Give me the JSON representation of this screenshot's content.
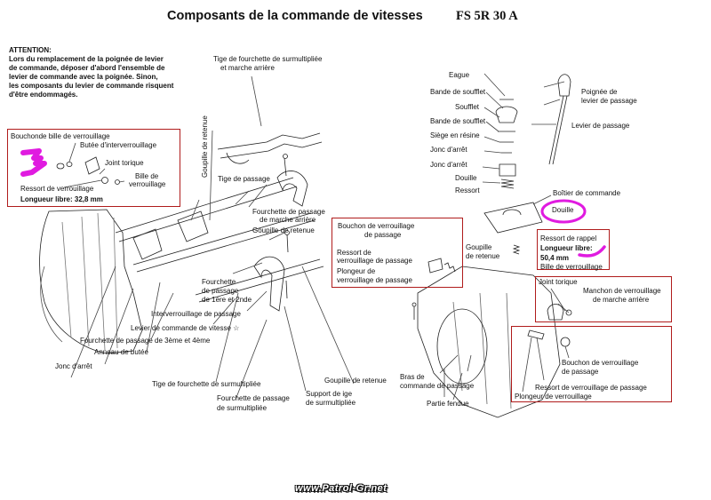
{
  "title": "Composants de la commande de vitesses",
  "model": "FS 5R 30 A",
  "warning": {
    "lines": [
      "ATTENTION:",
      "Lors du remplacement de la poignée de levier",
      "de commande, déposer d'abord l'ensemble de",
      "levier de commande avec la poignée. Sinon,",
      "les composants du levier de commande risquent",
      "d'être endommagés."
    ]
  },
  "labels": {
    "bouchon_bille": "Bouchonde bille de verrouillage",
    "butee_interverrouillage": "Butée d'interverrouillage",
    "joint_torique_left": "Joint torique",
    "ressort_verrouillage_left": "Ressort de verrouillage",
    "bille_verrouillage_left_1": "Bille de",
    "bille_verrouillage_left_2": "verrouillage",
    "longueur_libre_left": "Longueur libre:  32,8 mm",
    "tige_fourchette_1": "Tige de fourchette de surmultipliée",
    "tige_fourchette_2": "et marche arrière",
    "goupille_retenue_vert": "Goupille de retenue",
    "tige_passage": "Tige de passage",
    "fourchette_ma_1": "Fourchette de passage",
    "fourchette_ma_2": "de marche arrière",
    "goupille_retenue_1": "Goupille de retenue",
    "fourchette_12_1": "Fourchette",
    "fourchette_12_2": "de passage",
    "fourchette_12_3": "de 1ère et 2nde",
    "interverrouillage": "Interverrouillage de passage",
    "levier_commande": "Levier de commande de vitesse ☆",
    "fourchette_34": "Fourchette de passage de 3ème et 4ème",
    "anneau_butee": "Anneau de butée",
    "jonc_arret_left": "Jonc d'arrêt",
    "tige_fourchette_surm": "Tige de fourchette de surmultipliée",
    "fourchette_surm_1": "Fourchette de passage",
    "fourchette_surm_2": "de surmultipliée",
    "support_tige_1": "Support de ige",
    "support_tige_2": "de surmultipliée",
    "goupille_retenue_2": "Goupille de retenue",
    "bouchon_passage_1": "Bouchon de verrouillage",
    "bouchon_passage_2": "de passage",
    "ressort_passage_1": "Ressort de",
    "ressort_passage_2": "verrouillage de passage",
    "plongeur_passage_1": "Plongeur de",
    "plongeur_passage_2": "verrouillage de passage",
    "goupille_retenue_3_1": "Goupille",
    "goupille_retenue_3_2": "de retenue",
    "eague": "Eague",
    "bande_soufflet_1": "Bande de soufflet",
    "soufflet": "Soufflet",
    "bande_soufflet_2": "Bande de soufflet",
    "siege_resine": "Siège en résine",
    "jonc_arret_right_1": "Jonc d'arrêt",
    "jonc_arret_right_2": "Jonc d'arrêt",
    "douille": "Douille",
    "ressort": "Ressort",
    "poignee_1": "Poignée de",
    "poignee_2": "levier de passage",
    "levier_passage": "Levier de passage",
    "boitier_commande": "Boîtier de commande",
    "douille_highlight": "Douille",
    "ressort_rappel": "Ressort de rappel",
    "longueur_libre_right_1": "Longueur libre:",
    "longueur_libre_right_2": "50,4 mm",
    "bille_verrouillage_right": "Bille de verrouillage",
    "joint_torique_right": "Joint torique",
    "manchon_1": "Manchon de verrouillage",
    "manchon_2": "de marche arrière",
    "bouchon_verr_1": "Bouchon de verrouillage",
    "bouchon_verr_2": "de passage",
    "ressort_verr_passage": "Ressort de verrouillage de passage",
    "plongeur_verr": "Plongeur de verrouillage",
    "bras_commande_1": "Bras de",
    "bras_commande_2": "commande de passage",
    "partie_fendue": "Partie fendue"
  },
  "watermark": "www.Patrol-Gr.net",
  "colors": {
    "box_border": "#b01c1c",
    "highlight": "#e01be0"
  }
}
